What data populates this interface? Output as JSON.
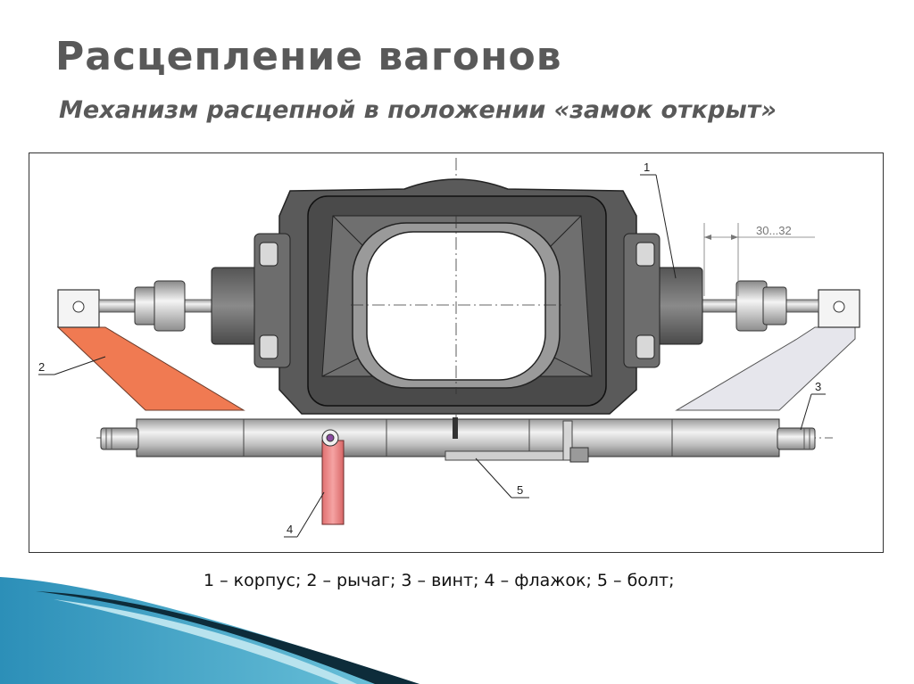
{
  "slide": {
    "title": "Расцепление вагонов",
    "subtitle": "Механизм расцепной в положении «замок открыт»"
  },
  "diagram": {
    "callouts": {
      "n1": "1",
      "n2": "2",
      "n3": "3",
      "n4": "4",
      "n5": "5"
    },
    "dimension": "30...32",
    "colors": {
      "lever": "#f07a52",
      "screw_bracket": "#e6e6ec",
      "flag": "#ec8a8a",
      "body_dark": "#5a5a5a",
      "body_mid": "#8a8a8a"
    }
  },
  "caption": "1 – корпус; 2 – рычаг; 3 – винт; 4 – флажок; 5 – болт;"
}
